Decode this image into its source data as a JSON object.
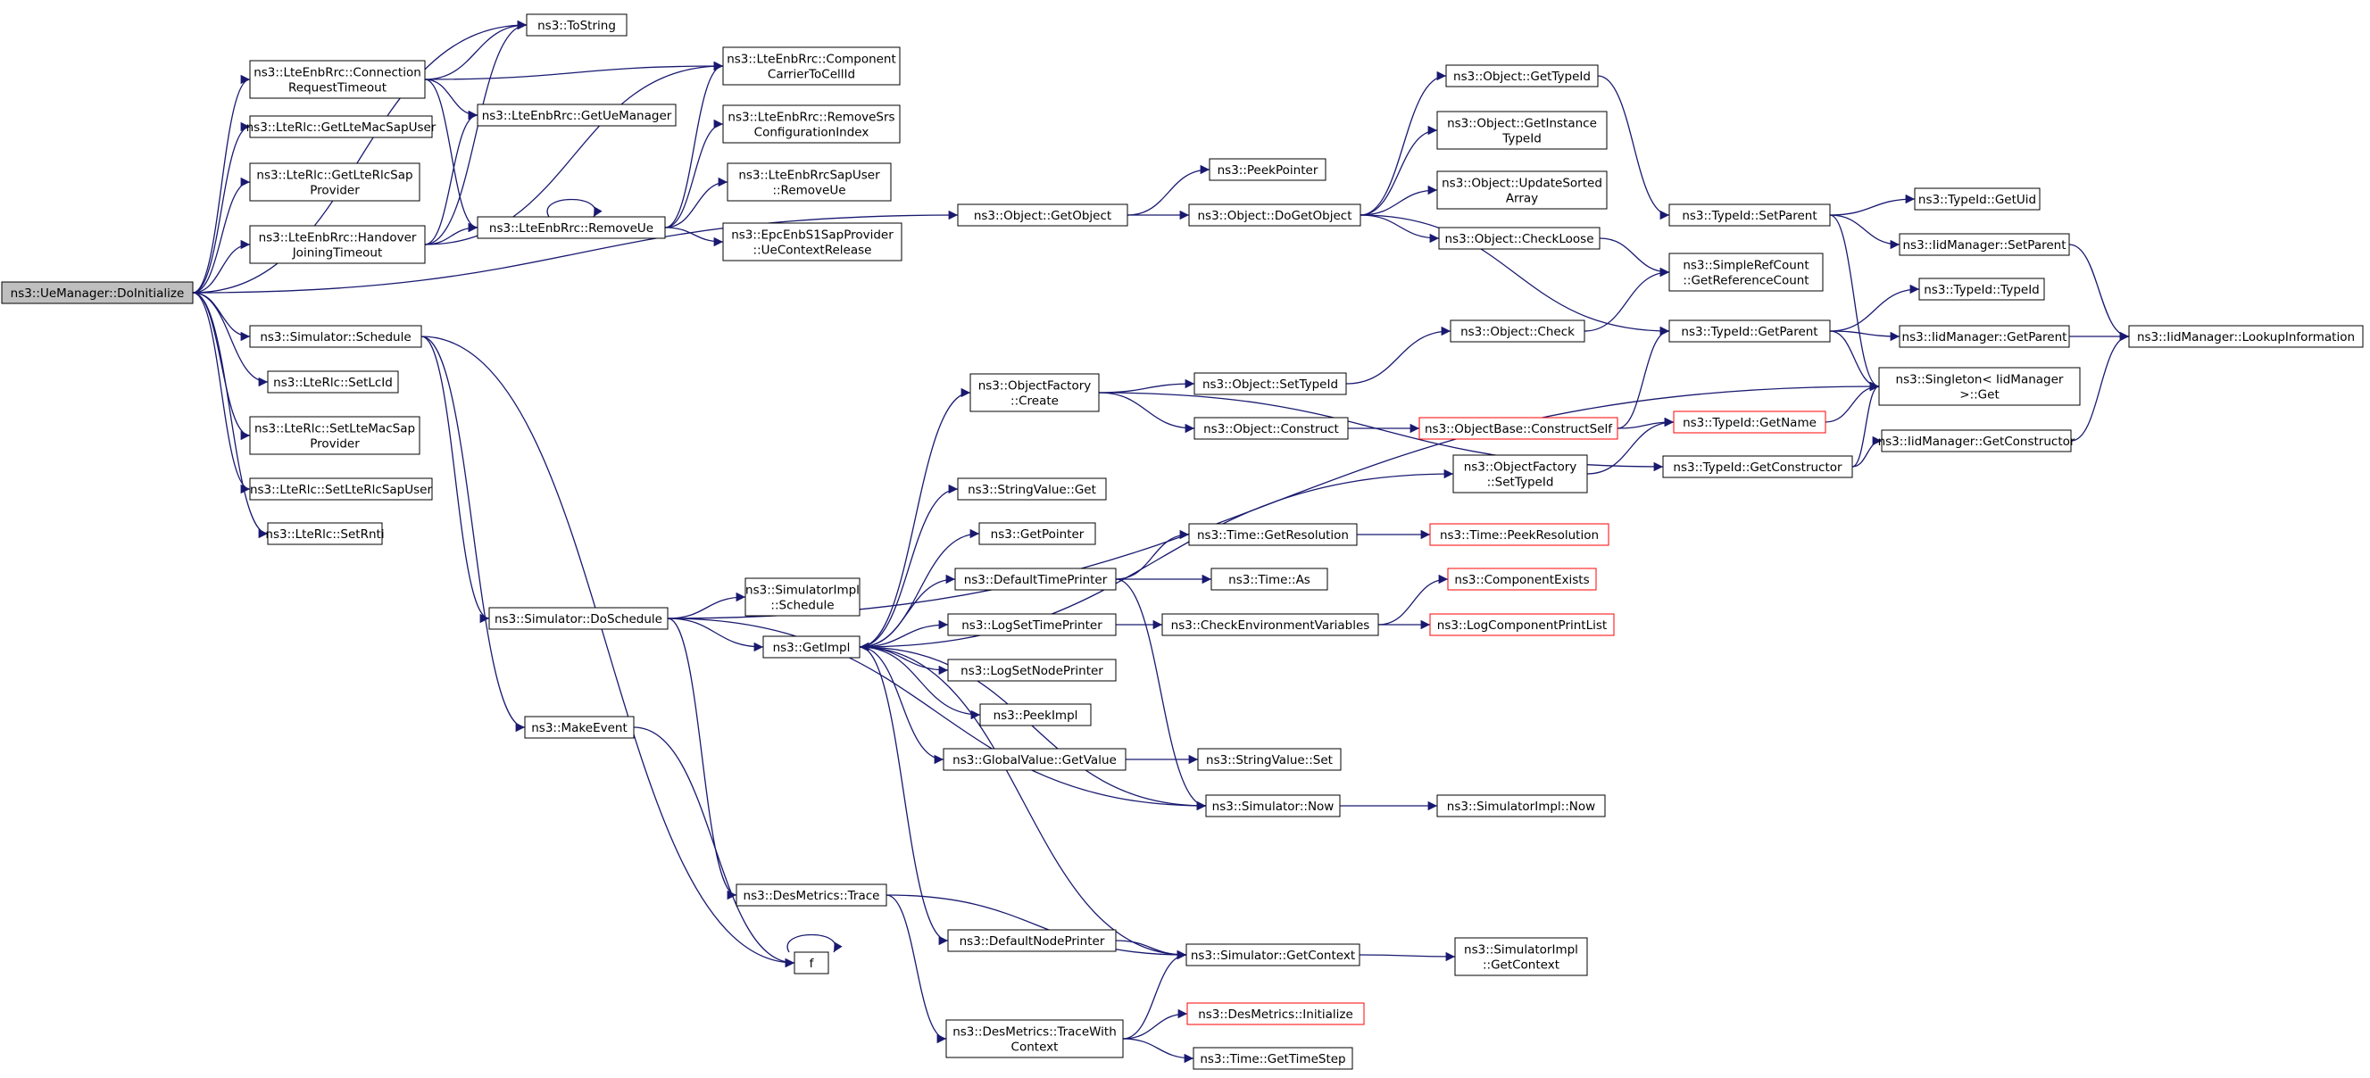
{
  "colors": {
    "edge": "#191970",
    "root_fill": "#bfbfbf",
    "truncated_border": "#ff0000",
    "border": "#000000"
  },
  "nodes": [
    {
      "id": "root",
      "lines": [
        "ns3::UeManager::DoInitialize"
      ],
      "kind": "root"
    },
    {
      "id": "connreq",
      "lines": [
        "ns3::LteEnbRrc::Connection",
        "RequestTimeout"
      ]
    },
    {
      "id": "getmac",
      "lines": [
        "ns3::LteRlc::GetLteMacSapUser"
      ]
    },
    {
      "id": "getrlcsap",
      "lines": [
        "ns3::LteRlc::GetLteRlcSap",
        "Provider"
      ]
    },
    {
      "id": "handover",
      "lines": [
        "ns3::LteEnbRrc::Handover",
        "JoiningTimeout"
      ]
    },
    {
      "id": "sched",
      "lines": [
        "ns3::Simulator::Schedule"
      ]
    },
    {
      "id": "setlcid",
      "lines": [
        "ns3::LteRlc::SetLcId"
      ]
    },
    {
      "id": "setmacsap",
      "lines": [
        "ns3::LteRlc::SetLteMacSap",
        "Provider"
      ]
    },
    {
      "id": "setrlcsapuser",
      "lines": [
        "ns3::LteRlc::SetLteRlcSapUser"
      ]
    },
    {
      "id": "setrnti",
      "lines": [
        "ns3::LteRlc::SetRnti"
      ]
    },
    {
      "id": "tostring",
      "lines": [
        "ns3::ToString"
      ]
    },
    {
      "id": "getuemgr",
      "lines": [
        "ns3::LteEnbRrc::GetUeManager"
      ]
    },
    {
      "id": "removeue",
      "lines": [
        "ns3::LteEnbRrc::RemoveUe"
      ]
    },
    {
      "id": "compcarrier",
      "lines": [
        "ns3::LteEnbRrc::Component",
        "CarrierToCellId"
      ]
    },
    {
      "id": "removesrs",
      "lines": [
        "ns3::LteEnbRrc::RemoveSrs",
        "ConfigurationIndex"
      ]
    },
    {
      "id": "rrcsapremove",
      "lines": [
        "ns3::LteEnbRrcSapUser",
        "::RemoveUe"
      ]
    },
    {
      "id": "epcrelease",
      "lines": [
        "ns3::EpcEnbS1SapProvider",
        "::UeContextRelease"
      ]
    },
    {
      "id": "getobject",
      "lines": [
        "ns3::Object::GetObject"
      ]
    },
    {
      "id": "peekpointer",
      "lines": [
        "ns3::PeekPointer"
      ]
    },
    {
      "id": "dogetobject",
      "lines": [
        "ns3::Object::DoGetObject"
      ]
    },
    {
      "id": "gettypeid",
      "lines": [
        "ns3::Object::GetTypeId"
      ]
    },
    {
      "id": "getinstance",
      "lines": [
        "ns3::Object::GetInstance",
        "TypeId"
      ]
    },
    {
      "id": "updatesorted",
      "lines": [
        "ns3::Object::UpdateSorted",
        "Array"
      ]
    },
    {
      "id": "checkloose",
      "lines": [
        "ns3::Object::CheckLoose"
      ]
    },
    {
      "id": "simpleref",
      "lines": [
        "ns3::SimpleRefCount",
        "::GetReferenceCount"
      ]
    },
    {
      "id": "typesetparent",
      "lines": [
        "ns3::TypeId::SetParent"
      ]
    },
    {
      "id": "getuid",
      "lines": [
        "ns3::TypeId::GetUid"
      ]
    },
    {
      "id": "iidsetparent",
      "lines": [
        "ns3::IidManager::SetParent"
      ]
    },
    {
      "id": "typeidctor",
      "lines": [
        "ns3::TypeId::TypeId"
      ]
    },
    {
      "id": "typegetparent",
      "lines": [
        "ns3::TypeId::GetParent"
      ]
    },
    {
      "id": "iidgetparent",
      "lines": [
        "ns3::IidManager::GetParent"
      ]
    },
    {
      "id": "lookup",
      "lines": [
        "ns3::IidManager::LookupInformation"
      ]
    },
    {
      "id": "singleton",
      "lines": [
        "ns3::Singleton< IidManager",
        ">::Get"
      ]
    },
    {
      "id": "objcheck",
      "lines": [
        "ns3::Object::Check"
      ]
    },
    {
      "id": "factcreate",
      "lines": [
        "ns3::ObjectFactory",
        "::Create"
      ]
    },
    {
      "id": "objsettypeid",
      "lines": [
        "ns3::Object::SetTypeId"
      ]
    },
    {
      "id": "objconstruct",
      "lines": [
        "ns3::Object::Construct"
      ]
    },
    {
      "id": "constructself",
      "lines": [
        "ns3::ObjectBase::ConstructSelf"
      ],
      "kind": "trunc"
    },
    {
      "id": "typegetname",
      "lines": [
        "ns3::TypeId::GetName"
      ],
      "kind": "trunc"
    },
    {
      "id": "factsettypeid",
      "lines": [
        "ns3::ObjectFactory",
        "::SetTypeId"
      ]
    },
    {
      "id": "typegetctor",
      "lines": [
        "ns3::TypeId::GetConstructor"
      ]
    },
    {
      "id": "iidgetctor",
      "lines": [
        "ns3::IidManager::GetConstructor"
      ]
    },
    {
      "id": "strvalget",
      "lines": [
        "ns3::StringValue::Get"
      ]
    },
    {
      "id": "getpointer",
      "lines": [
        "ns3::GetPointer"
      ]
    },
    {
      "id": "deftimeprinter",
      "lines": [
        "ns3::DefaultTimePrinter"
      ]
    },
    {
      "id": "getres",
      "lines": [
        "ns3::Time::GetResolution"
      ]
    },
    {
      "id": "peekres",
      "lines": [
        "ns3::Time::PeekResolution"
      ],
      "kind": "trunc"
    },
    {
      "id": "timeas",
      "lines": [
        "ns3::Time::As"
      ]
    },
    {
      "id": "compexists",
      "lines": [
        "ns3::ComponentExists"
      ],
      "kind": "trunc"
    },
    {
      "id": "logsettime",
      "lines": [
        "ns3::LogSetTimePrinter"
      ]
    },
    {
      "id": "checkenv",
      "lines": [
        "ns3::CheckEnvironmentVariables"
      ]
    },
    {
      "id": "logprintlist",
      "lines": [
        "ns3::LogComponentPrintList"
      ],
      "kind": "trunc"
    },
    {
      "id": "simimplsched",
      "lines": [
        "ns3::SimulatorImpl",
        "::Schedule"
      ]
    },
    {
      "id": "dosched",
      "lines": [
        "ns3::Simulator::DoSchedule"
      ]
    },
    {
      "id": "getimpl",
      "lines": [
        "ns3::GetImpl"
      ]
    },
    {
      "id": "logsetnode",
      "lines": [
        "ns3::LogSetNodePrinter"
      ]
    },
    {
      "id": "peekimpl",
      "lines": [
        "ns3::PeekImpl"
      ]
    },
    {
      "id": "gvgetvalue",
      "lines": [
        "ns3::GlobalValue::GetValue"
      ]
    },
    {
      "id": "strvalset",
      "lines": [
        "ns3::StringValue::Set"
      ]
    },
    {
      "id": "makeevent",
      "lines": [
        "ns3::MakeEvent"
      ]
    },
    {
      "id": "simnow",
      "lines": [
        "ns3::Simulator::Now"
      ]
    },
    {
      "id": "simimplnow",
      "lines": [
        "ns3::SimulatorImpl::Now"
      ]
    },
    {
      "id": "destrace",
      "lines": [
        "ns3::DesMetrics::Trace"
      ]
    },
    {
      "id": "defnodeprinter",
      "lines": [
        "ns3::DefaultNodePrinter"
      ]
    },
    {
      "id": "simgetctx",
      "lines": [
        "ns3::Simulator::GetContext"
      ]
    },
    {
      "id": "simimplctx",
      "lines": [
        "ns3::SimulatorImpl",
        "::GetContext"
      ]
    },
    {
      "id": "f",
      "lines": [
        "f"
      ]
    },
    {
      "id": "destracectx",
      "lines": [
        "ns3::DesMetrics::TraceWith",
        "Context"
      ]
    },
    {
      "id": "desinit",
      "lines": [
        "ns3::DesMetrics::Initialize"
      ],
      "kind": "trunc"
    },
    {
      "id": "gettimestep",
      "lines": [
        "ns3::Time::GetTimeStep"
      ]
    }
  ]
}
